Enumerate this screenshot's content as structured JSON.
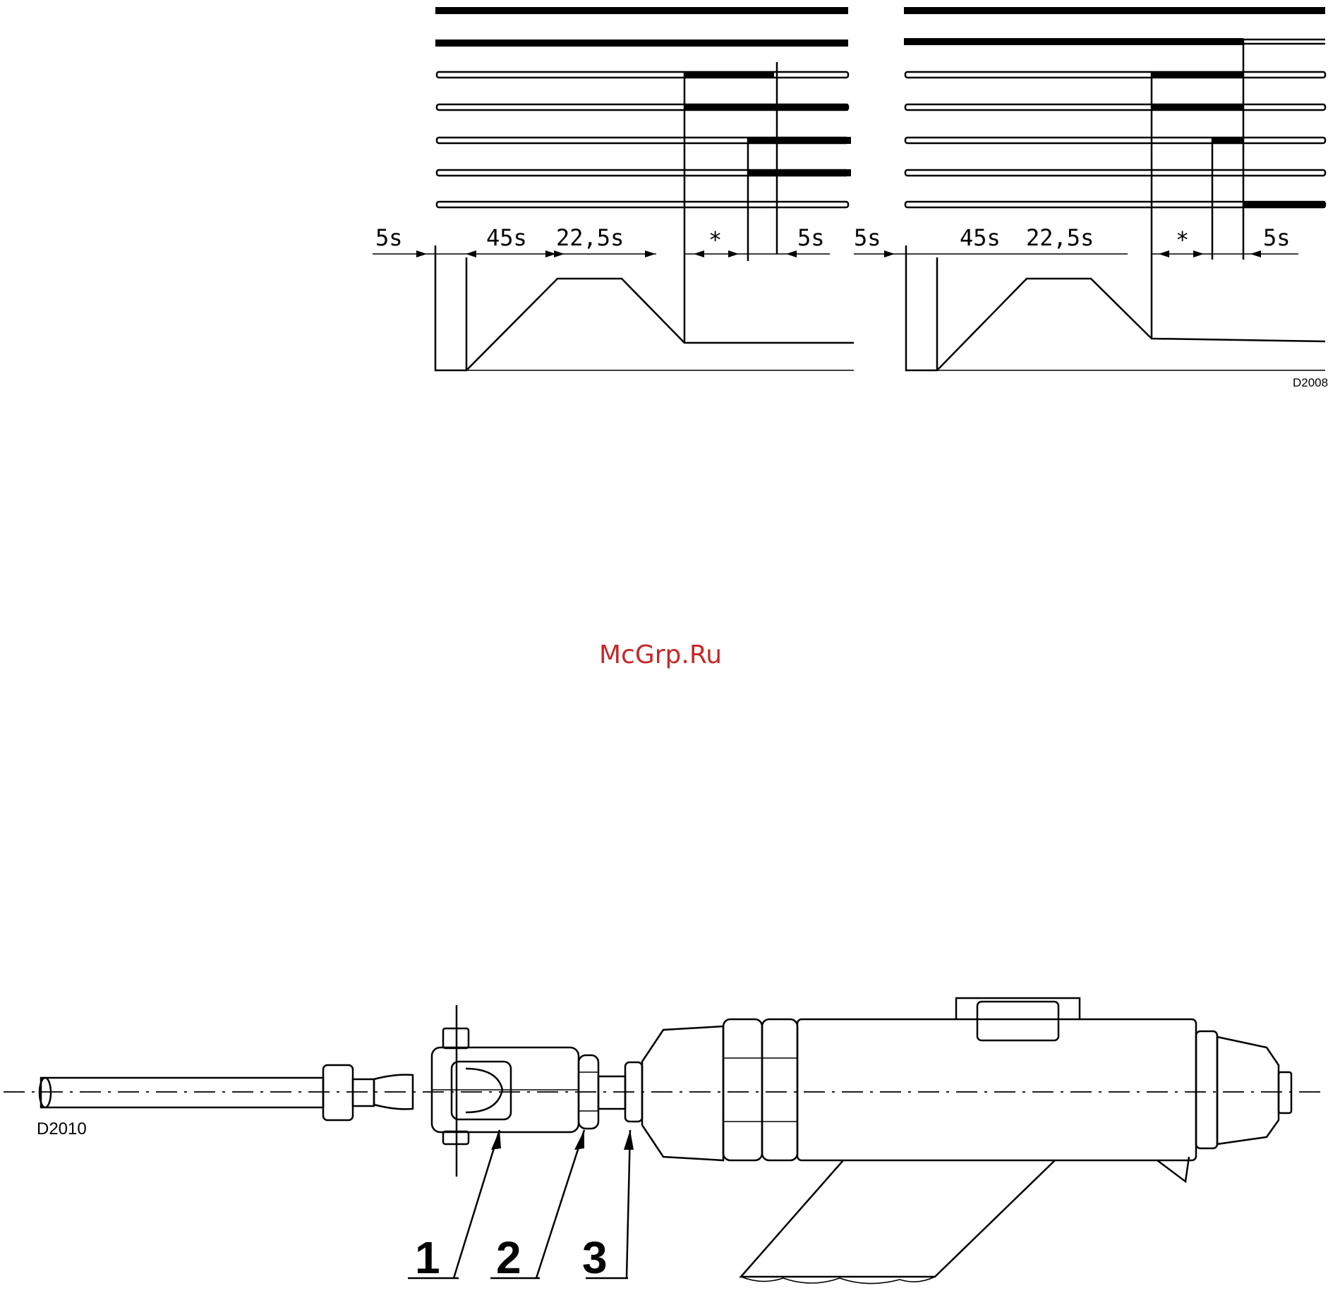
{
  "timing_diagram": {
    "left": {
      "labels": {
        "t_start": "5s",
        "t_ramp": "45s",
        "t_hold": "22,5s",
        "t_star": "*",
        "t_end": "5s"
      }
    },
    "right": {
      "labels": {
        "t_start": "5s",
        "t_ramp": "45s",
        "t_hold": "22,5s",
        "t_star": "*",
        "t_end": "5s"
      }
    },
    "figure_code": "D2008"
  },
  "watermark": "McGrp.Ru",
  "tool_drawing": {
    "figure_code": "D2010",
    "callouts": [
      "1",
      "2",
      "3"
    ]
  }
}
